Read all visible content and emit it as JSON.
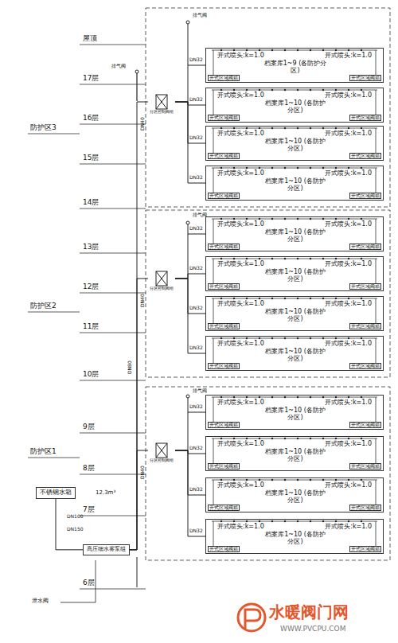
{
  "diagram": {
    "nodes": [
      {
        "text": [
          "开式喷头:k=1.0",
          "档案库1~9 (各防护分区)",
          "开式喷头:k=1.0",
          "开式区域阀箱",
          "开式区域阀箱"
        ]
      },
      {
        "text": [
          "开式喷头:k=1.0",
          "档案库1~10 (各防护分区)",
          "开式喷头:k=1.0",
          "开式区域阀箱",
          "开式区域阀箱"
        ]
      },
      {
        "text": [
          "开式喷头:k=1.0",
          "档案库1~10 (各防护分区)",
          "开式喷头:k=1.0",
          "开式区域阀箱",
          "开式区域阀箱"
        ]
      },
      {
        "text": [
          "开式喷头:k=1.0",
          "档案库1~10 (各防护分区)",
          "开式喷头:k=1.0",
          "开式区域阀箱",
          "开式区域阀箱"
        ]
      },
      {
        "text": [
          "开式喷头:k=1.0",
          "档案库1~10 (各防护分区)",
          "开式喷头:k=1.0",
          "开式区域阀箱",
          "开式区域阀箱"
        ]
      },
      {
        "text": [
          "开式喷头:k=1.0",
          "档案库1~10 (各防护分区)",
          "开式喷头:k=1.0",
          "开式区域阀箱",
          "开式区域阀箱"
        ]
      },
      {
        "text": [
          "开式喷头:k=1.0",
          "档案库1~10 (各防护分区)",
          "开式喷头:k=1.0",
          "开式区域阀箱",
          "开式区域阀箱"
        ]
      },
      {
        "text": [
          "开式喷头:k=1.0",
          "档案库1~10 (各防护分区)",
          "开式喷头:k=1.0",
          "开式区域阀箱",
          "开式区域阀箱"
        ]
      },
      {
        "text": [
          "开式喷头:k=1.0",
          "档案库1~10 (各防护分区)",
          "开式喷头:k=1.0",
          "开式区域阀箱",
          "开式区域阀箱"
        ]
      },
      {
        "text": [
          "开式喷头:k=1.0",
          "档案库1~10 (各防护分区)",
          "开式喷头:k=1.0",
          "开式区域阀箱",
          "开式区域阀箱"
        ]
      },
      {
        "text": [
          "开式喷头:k=1.0",
          "档案库1~10 (各防护分区)",
          "开式喷头:k=1.0",
          "开式区域阀箱",
          "开式区域阀箱"
        ]
      },
      {
        "text": [
          "开式喷头:k=1.0",
          "档案库1~10 (各防护分区)",
          "开式喷头:k=1.0",
          "开式区域阀箱",
          "开式区域阀箱"
        ]
      },
      {
        "text": [
          "分区控制阀组"
        ]
      },
      {
        "text": [
          "分区控制阀组"
        ]
      },
      {
        "text": [
          "分区控制阀组"
        ]
      },
      {
        "text": [
          "不锈钢水箱"
        ]
      },
      {
        "text": [
          "高压细水雾泵组"
        ]
      }
    ],
    "edges": [
      {
        "from": 15,
        "to": 16,
        "arrow": "none"
      },
      {
        "from": 16,
        "to": 12,
        "arrow": "none"
      },
      {
        "from": 16,
        "to": 13,
        "arrow": "none"
      },
      {
        "from": 16,
        "to": 14,
        "arrow": "none"
      },
      {
        "from": 12,
        "to": 0,
        "arrow": "none"
      },
      {
        "from": 12,
        "to": 1,
        "arrow": "none"
      },
      {
        "from": 12,
        "to": 2,
        "arrow": "none"
      },
      {
        "from": 12,
        "to": 3,
        "arrow": "none"
      },
      {
        "from": 13,
        "to": 4,
        "arrow": "none"
      },
      {
        "from": 13,
        "to": 5,
        "arrow": "none"
      },
      {
        "from": 13,
        "to": 6,
        "arrow": "none"
      },
      {
        "from": 13,
        "to": 7,
        "arrow": "none"
      },
      {
        "from": 14,
        "to": 8,
        "arrow": "none"
      },
      {
        "from": 14,
        "to": 9,
        "arrow": "none"
      },
      {
        "from": 14,
        "to": 10,
        "arrow": "none"
      },
      {
        "from": 14,
        "to": 11,
        "arrow": "none"
      }
    ],
    "labels": [
      "屋顶",
      "17层",
      "16层",
      "防护区3",
      "15层",
      "14层",
      "13层",
      "防护区2",
      "12层",
      "11层",
      "10层",
      "9层",
      "防护区1",
      "8层",
      "7层",
      "6层",
      "排气阀",
      "排气阀",
      "排气阀",
      "排气阀",
      "DN32",
      "DN32",
      "DN32",
      "DN32",
      "DN32",
      "DN32",
      "DN32",
      "DN32",
      "DN32",
      "DN32",
      "DN32",
      "DN32",
      "DN40",
      "DN40",
      "DN40",
      "DN80",
      "DN100",
      "DN150",
      "12.3m³",
      "泄水阀",
      "水暖阀门网",
      "WWW.PVCPU.COM"
    ]
  }
}
